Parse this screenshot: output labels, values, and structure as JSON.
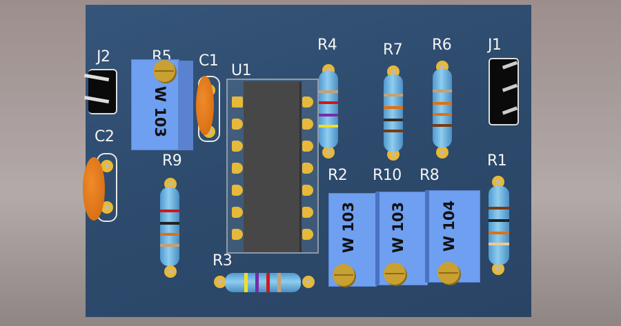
{
  "board": {
    "color": "#2f4d70"
  },
  "labels": {
    "J2": "J2",
    "R5": "R5",
    "C1": "C1",
    "U1": "U1",
    "R4": "R4",
    "R7": "R7",
    "R6": "R6",
    "J1": "J1",
    "C2": "C2",
    "R9": "R9",
    "R3": "R3",
    "R2": "R2",
    "R10": "R10",
    "R8": "R8",
    "R1": "R1"
  },
  "potentiometers": {
    "R5": "W 103",
    "R2": "W 103",
    "R10": "W 103",
    "R8": "W 104"
  },
  "resistor_bands": {
    "R4": [
      "#c8a070",
      "#d01818",
      "#7a2aa8",
      "#f0e020"
    ],
    "R7": [
      "#c8a070",
      "#e07010",
      "#3a2a20",
      "#7a3a10"
    ],
    "R6": [
      "#c8a070",
      "#e07010",
      "#e07010",
      "#7a3a10"
    ],
    "R9": [
      "#d01818",
      "#222222",
      "#e07010",
      "#c8a070"
    ],
    "R3": [
      "#f0e020",
      "#7a2aa8",
      "#d01818",
      "#c8a070"
    ],
    "R1": [
      "#7a3a10",
      "#222222",
      "#e07010",
      "#f0c890"
    ]
  }
}
